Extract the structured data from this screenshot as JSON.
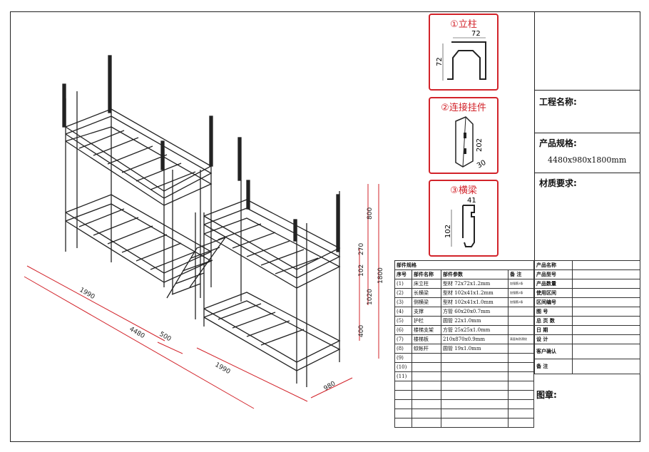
{
  "details": [
    {
      "title": "①立柱",
      "dims": [
        "72",
        "72"
      ],
      "icon": "column-profile-icon"
    },
    {
      "title": "②连接挂件",
      "dims": [
        "202",
        "30"
      ],
      "icon": "connector-bracket-icon"
    },
    {
      "title": "③横梁",
      "dims": [
        "41",
        "102"
      ],
      "icon": "beam-profile-icon"
    }
  ],
  "dimensions": {
    "width_labels": [
      "1990",
      "4480",
      "500",
      "1990",
      "980"
    ],
    "height_labels": [
      "800",
      "270",
      "102",
      "1020",
      "1800",
      "400"
    ]
  },
  "parts": {
    "caption": "部件规格",
    "headers": [
      "序号",
      "部件名称",
      "部件参数",
      "备 注"
    ],
    "rows": [
      [
        "(1)",
        "床立柱",
        "型材 72x72x1.2mm",
        "加强筋3条"
      ],
      [
        "(2)",
        "长横梁",
        "型材 102x41x1.2mm",
        "加强筋3条"
      ],
      [
        "(3)",
        "侧横梁",
        "型材 102x41x1.0mm",
        "加强筋3条"
      ],
      [
        "(4)",
        "支撑",
        "方管 60x20x0.7mm",
        ""
      ],
      [
        "(5)",
        "护栏",
        "圆管 22x1.0mm",
        ""
      ],
      [
        "(6)",
        "楼梯支架",
        "方管 25x25x1.0mm",
        ""
      ],
      [
        "(7)",
        "楼梯板",
        "210x870x0.9mm",
        "表面有防滑纹"
      ],
      [
        "(8)",
        "蚊帐杆",
        "圆管 19x1.0mm",
        ""
      ],
      [
        "(9)",
        "",
        "",
        ""
      ],
      [
        "(10)",
        "",
        "",
        ""
      ],
      [
        "(11)",
        "",
        "",
        ""
      ],
      [
        "",
        "",
        "",
        ""
      ],
      [
        "",
        "",
        "",
        ""
      ],
      [
        "",
        "",
        "",
        ""
      ],
      [
        "",
        "",
        "",
        ""
      ],
      [
        "",
        "",
        "",
        ""
      ]
    ]
  },
  "info_fields": [
    "产品名称",
    "产品型号",
    "产品数量",
    "使用区间",
    "区间编号",
    "图 号",
    "总 页 数",
    "日 期",
    "设 计",
    "客户确认",
    "备 注"
  ],
  "project": {
    "project_label": "工程名称:",
    "spec_label": "产品规格:",
    "spec_value": "4480x980x1800mm",
    "material_label": "材质要求:"
  },
  "stamp_label": "图章:",
  "colors": {
    "accent": "#d2232a",
    "dimension": "#d2232a",
    "line": "#222222"
  }
}
